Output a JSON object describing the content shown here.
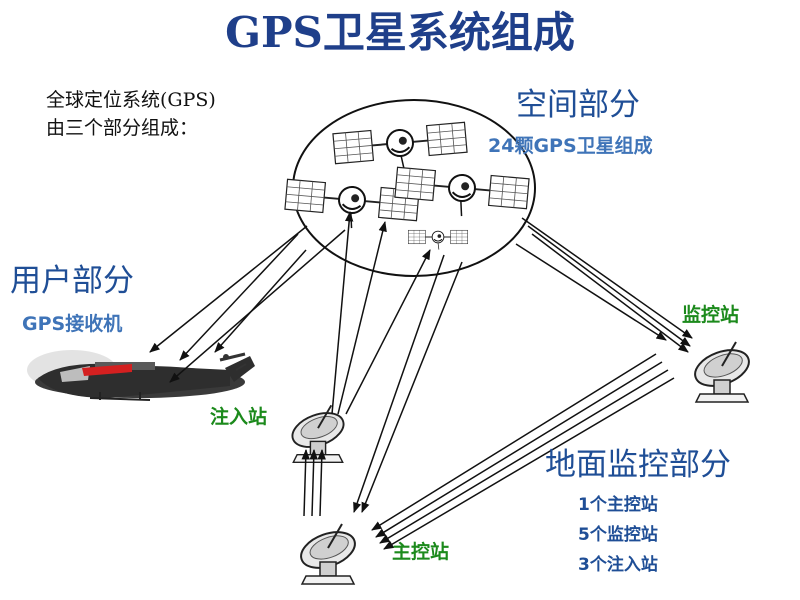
{
  "title": "GPS卫星系统组成",
  "intro": {
    "line1": "全球定位系统(GPS)",
    "line2": "由三个部分组成："
  },
  "space": {
    "heading": "空间部分",
    "detail": "24颗GPS卫星组成"
  },
  "user": {
    "heading": "用户部分",
    "detail": "GPS接收机"
  },
  "ground": {
    "heading": "地面监控部分",
    "items": [
      "1个主控站",
      "5个监控站",
      "3个注入站"
    ]
  },
  "stations": {
    "injection": "注入站",
    "master": "主控站",
    "monitor": "监控站"
  },
  "colors": {
    "title": "#1f3f8a",
    "heading": "#1f4e96",
    "detail": "#3f74b8",
    "station_label": "#1c8a1c",
    "ground_items": "#1f4e96",
    "line": "#111111"
  },
  "icons": [
    "satellite-icon",
    "helicopter-icon",
    "satellite-dish-icon"
  ]
}
